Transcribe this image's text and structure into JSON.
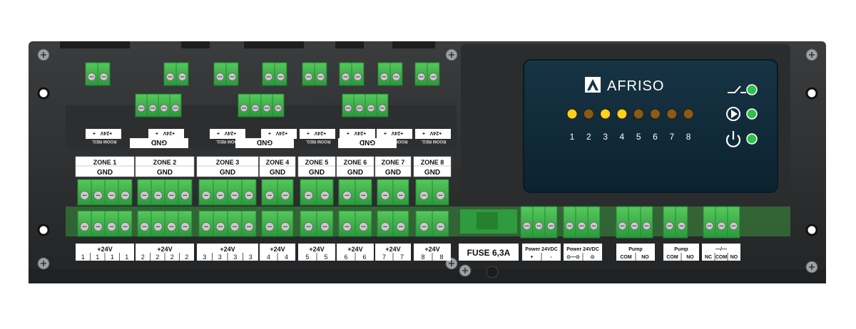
{
  "brand": {
    "name": "AFRISO",
    "logo_icon": "afriso-triangle-logo"
  },
  "panel": {
    "led_numbers": [
      "1",
      "2",
      "3",
      "4",
      "5",
      "6",
      "7",
      "8"
    ],
    "led_states": [
      "on",
      "off",
      "on",
      "on",
      "off",
      "off",
      "off",
      "off"
    ],
    "status_icons": [
      "relay-switch-icon",
      "pump-play-icon",
      "power-icon"
    ],
    "colors": {
      "housing": "#2b2d2f",
      "panel": "#102734",
      "terminal_green": "#3cb54a",
      "led_on": "#ffd21a",
      "led_off": "#8a5a18",
      "status_led": "#2fbf4a"
    }
  },
  "room_reg": {
    "plus": "+",
    "v24": "+24V",
    "label": "ROOM REG."
  },
  "gnd_groups": [
    "GND",
    "GND",
    "GND"
  ],
  "zones": [
    {
      "title": "ZONE 1",
      "gnd": "GND",
      "v24": "+24V",
      "pins": [
        "1",
        "1",
        "1",
        "1"
      ]
    },
    {
      "title": "ZONE 2",
      "gnd": "GND",
      "v24": "+24V",
      "pins": [
        "2",
        "2",
        "2",
        "2"
      ]
    },
    {
      "title": "ZONE 3",
      "gnd": "GND",
      "v24": "+24V",
      "pins": [
        "3",
        "3",
        "3",
        "3"
      ]
    },
    {
      "title": "ZONE 4",
      "gnd": "GND",
      "v24": "+24V",
      "pins": [
        "4",
        "4"
      ]
    },
    {
      "title": "ZONE 5",
      "gnd": "GND",
      "v24": "+24V",
      "pins": [
        "5",
        "5"
      ]
    },
    {
      "title": "ZONE 6",
      "gnd": "GND",
      "v24": "+24V",
      "pins": [
        "6",
        "6"
      ]
    },
    {
      "title": "ZONE 7",
      "gnd": "GND",
      "v24": "+24V",
      "pins": [
        "7",
        "7"
      ]
    },
    {
      "title": "ZONE 8",
      "gnd": "GND",
      "v24": "+24V",
      "pins": [
        "8",
        "8"
      ]
    }
  ],
  "fuse": "FUSE 6,3A",
  "outputs": [
    {
      "title": "Power 24VDC",
      "pins": [
        "+",
        "-"
      ]
    },
    {
      "title": "Power 24VDC",
      "pins": [
        "⊙—⊙",
        "⊙"
      ]
    },
    {
      "title": "Pump",
      "pins": [
        "COM",
        "NO"
      ]
    },
    {
      "title": "Pump",
      "pins": [
        "COM",
        "NO"
      ]
    },
    {
      "title": "—/—",
      "pins": [
        "NC",
        "COM",
        "NO"
      ]
    }
  ]
}
